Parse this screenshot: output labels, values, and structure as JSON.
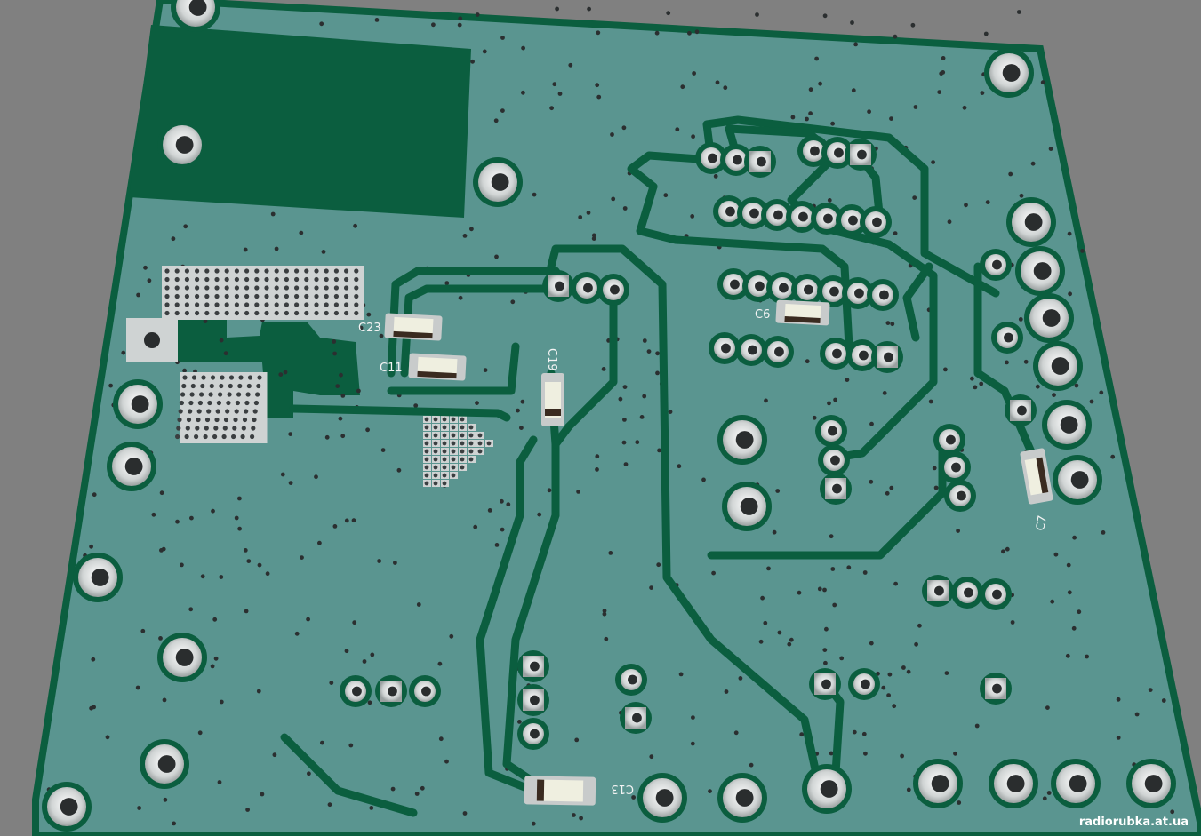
{
  "board": {
    "colors": {
      "background": "#808080",
      "board_edge": "#0b5e3f",
      "board_fill": "#5a9590",
      "copper": "#0b5e3f",
      "pad": "#cfd3d3",
      "silk": "#f4f4f4"
    },
    "labels": {
      "c23": "C23",
      "c11": "C11",
      "c19": "C19",
      "c6": "C6",
      "c7": "C7",
      "c13": "C13"
    }
  },
  "watermark": {
    "text": "radiorubka.at.ua"
  }
}
